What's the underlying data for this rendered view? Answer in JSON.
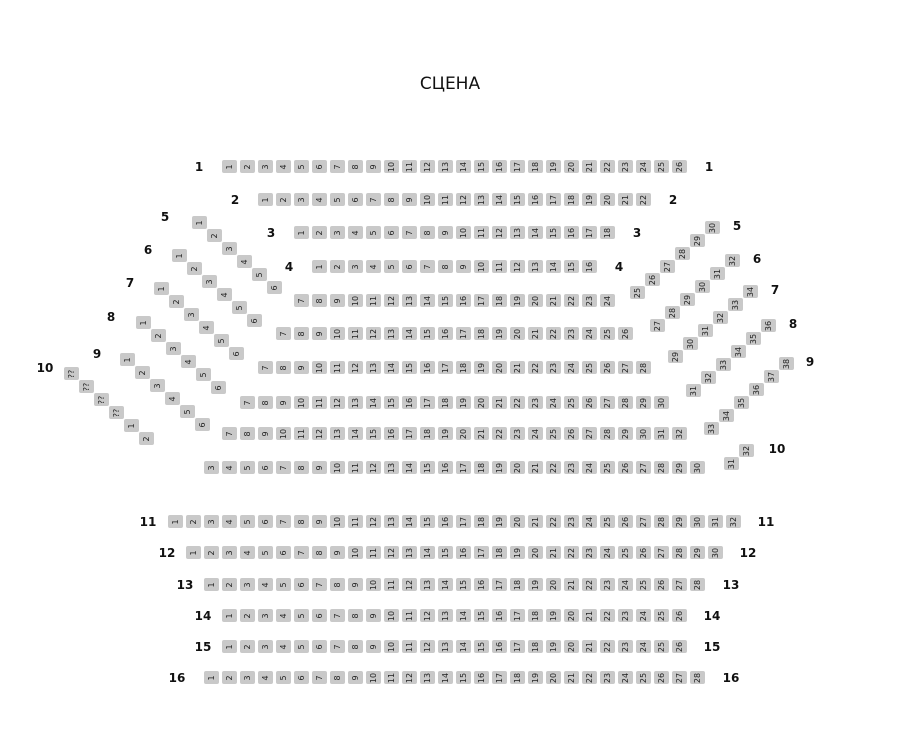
{
  "stage_label": "СЦЕНА",
  "seat_color": "#c9c9c9",
  "rows": [
    {
      "label": "1",
      "straight": [
        "1",
        "2",
        "3",
        "4",
        "5",
        "6",
        "7",
        "8",
        "9",
        "10",
        "11",
        "12",
        "13",
        "14",
        "15",
        "16",
        "17",
        "18",
        "19",
        "20",
        "21",
        "22",
        "23",
        "24",
        "25",
        "26"
      ]
    },
    {
      "label": "2",
      "straight": [
        "1",
        "2",
        "3",
        "4",
        "5",
        "6",
        "7",
        "8",
        "9",
        "10",
        "11",
        "12",
        "13",
        "14",
        "15",
        "16",
        "17",
        "18",
        "19",
        "20",
        "21",
        "22"
      ]
    },
    {
      "label": "3",
      "straight": [
        "1",
        "2",
        "3",
        "4",
        "5",
        "6",
        "7",
        "8",
        "9",
        "10",
        "11",
        "12",
        "13",
        "14",
        "15",
        "16",
        "17",
        "18"
      ]
    },
    {
      "label": "4",
      "straight": [
        "1",
        "2",
        "3",
        "4",
        "5",
        "6",
        "7",
        "8",
        "9",
        "10",
        "11",
        "12",
        "13",
        "14",
        "15",
        "16"
      ]
    },
    {
      "label": "5",
      "left": [
        "1",
        "2",
        "3",
        "4",
        "5",
        "6"
      ],
      "straight": [
        "7",
        "8",
        "9",
        "10",
        "11",
        "12",
        "13",
        "14",
        "15",
        "16",
        "17",
        "18",
        "19",
        "20",
        "21",
        "22",
        "23",
        "24"
      ],
      "right": [
        "25",
        "26",
        "27",
        "28",
        "29",
        "30"
      ]
    },
    {
      "label": "6",
      "left": [
        "1",
        "2",
        "3",
        "4",
        "5",
        "6"
      ],
      "straight": [
        "7",
        "8",
        "9",
        "10",
        "11",
        "12",
        "13",
        "14",
        "15",
        "16",
        "17",
        "18",
        "19",
        "20",
        "21",
        "22",
        "23",
        "24",
        "25",
        "26"
      ],
      "right": [
        "27",
        "28",
        "29",
        "30",
        "31",
        "32"
      ]
    },
    {
      "label": "7",
      "left": [
        "1",
        "2",
        "3",
        "4",
        "5",
        "6"
      ],
      "straight": [
        "7",
        "8",
        "9",
        "10",
        "11",
        "12",
        "13",
        "14",
        "15",
        "16",
        "17",
        "18",
        "19",
        "20",
        "21",
        "22",
        "23",
        "24",
        "25",
        "26",
        "27",
        "28"
      ],
      "right": [
        "29",
        "30",
        "31",
        "32",
        "33",
        "34"
      ]
    },
    {
      "label": "8",
      "left": [
        "1",
        "2",
        "3",
        "4",
        "5",
        "6"
      ],
      "straight": [
        "7",
        "8",
        "9",
        "10",
        "11",
        "12",
        "13",
        "14",
        "15",
        "16",
        "17",
        "18",
        "19",
        "20",
        "21",
        "22",
        "23",
        "24",
        "25",
        "26",
        "27",
        "28",
        "29",
        "30"
      ],
      "right": [
        "31",
        "32",
        "33",
        "34",
        "35",
        "36"
      ]
    },
    {
      "label": "9",
      "left": [
        "1",
        "2",
        "3",
        "4",
        "5",
        "6"
      ],
      "straight": [
        "7",
        "8",
        "9",
        "10",
        "11",
        "12",
        "13",
        "14",
        "15",
        "16",
        "17",
        "18",
        "19",
        "20",
        "21",
        "22",
        "23",
        "24",
        "25",
        "26",
        "27",
        "28",
        "29",
        "30",
        "31",
        "32"
      ],
      "right": [
        "33",
        "34",
        "35",
        "36",
        "37",
        "38"
      ]
    },
    {
      "label": "10",
      "left": [
        "??",
        "??",
        "??",
        "??",
        "1",
        "2"
      ],
      "straight": [
        "3",
        "4",
        "5",
        "6",
        "7",
        "8",
        "9",
        "10",
        "11",
        "12",
        "13",
        "14",
        "15",
        "16",
        "17",
        "18",
        "19",
        "20",
        "21",
        "22",
        "23",
        "24",
        "25",
        "26",
        "27",
        "28",
        "29",
        "30"
      ],
      "right": [
        "31",
        "32"
      ]
    },
    {
      "label": "11",
      "straight": [
        "1",
        "2",
        "3",
        "4",
        "5",
        "6",
        "7",
        "8",
        "9",
        "10",
        "11",
        "12",
        "13",
        "14",
        "15",
        "16",
        "17",
        "18",
        "19",
        "20",
        "21",
        "22",
        "23",
        "24",
        "25",
        "26",
        "27",
        "28",
        "29",
        "30",
        "31",
        "32"
      ]
    },
    {
      "label": "12",
      "straight": [
        "1",
        "2",
        "3",
        "4",
        "5",
        "6",
        "7",
        "8",
        "9",
        "10",
        "11",
        "12",
        "13",
        "14",
        "15",
        "16",
        "17",
        "18",
        "19",
        "20",
        "21",
        "22",
        "23",
        "24",
        "25",
        "26",
        "27",
        "28",
        "29",
        "30"
      ]
    },
    {
      "label": "13",
      "straight": [
        "1",
        "2",
        "3",
        "4",
        "5",
        "6",
        "7",
        "8",
        "9",
        "10",
        "11",
        "12",
        "13",
        "14",
        "15",
        "16",
        "17",
        "18",
        "19",
        "20",
        "21",
        "22",
        "23",
        "24",
        "25",
        "26",
        "27",
        "28"
      ]
    },
    {
      "label": "14",
      "straight": [
        "1",
        "2",
        "3",
        "4",
        "5",
        "6",
        "7",
        "8",
        "9",
        "10",
        "11",
        "12",
        "13",
        "14",
        "15",
        "16",
        "17",
        "18",
        "19",
        "20",
        "21",
        "22",
        "23",
        "24",
        "25",
        "26"
      ]
    },
    {
      "label": "15",
      "straight": [
        "1",
        "2",
        "3",
        "4",
        "5",
        "6",
        "7",
        "8",
        "9",
        "10",
        "11",
        "12",
        "13",
        "14",
        "15",
        "16",
        "17",
        "18",
        "19",
        "20",
        "21",
        "22",
        "23",
        "24",
        "25",
        "26"
      ]
    },
    {
      "label": "16",
      "straight": [
        "1",
        "2",
        "3",
        "4",
        "5",
        "6",
        "7",
        "8",
        "9",
        "10",
        "11",
        "12",
        "13",
        "14",
        "15",
        "16",
        "17",
        "18",
        "19",
        "20",
        "21",
        "22",
        "23",
        "24",
        "25",
        "26",
        "27",
        "28"
      ]
    }
  ]
}
